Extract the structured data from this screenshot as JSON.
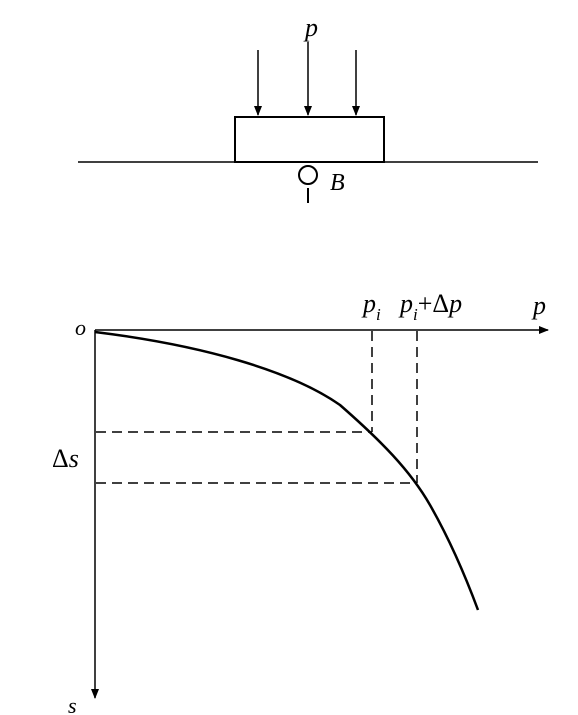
{
  "top": {
    "load_label": "p",
    "point_label": "B"
  },
  "graph": {
    "origin_label": "o",
    "x_axis_label": "p",
    "y_axis_label": "s",
    "pi_base": "p",
    "pi_sub": "i",
    "pidp_base": "p",
    "pidp_sub": "i",
    "pidp_rest": "+Δ",
    "pidp_p": "p",
    "ds_delta": "Δ",
    "ds_s": "s"
  },
  "colors": {
    "ink": "#000000",
    "background": "#ffffff"
  }
}
